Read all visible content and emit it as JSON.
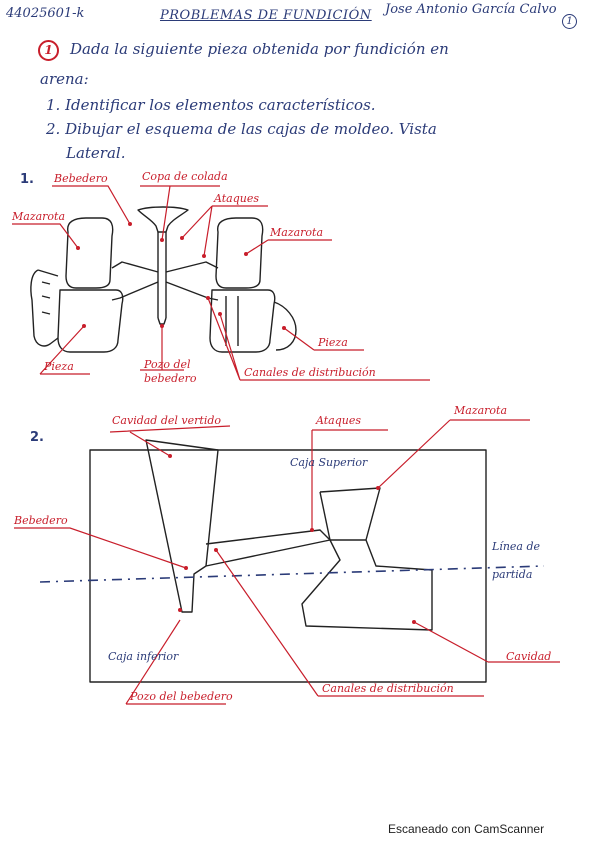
{
  "header": {
    "code": "44025601-k",
    "title": "Problemas de fundición",
    "author": "Jose Antonio García Calvo",
    "page_number": "1"
  },
  "problem": {
    "number": "1",
    "statement_line1": "Dada la siguiente pieza obtenida por fundición en",
    "statement_line2": "arena:",
    "item1": "1. Identificar los elementos característicos.",
    "item2_line1": "2. Dibujar el esquema de las cajas de moldeo. Vista",
    "item2_line2": "Lateral."
  },
  "figure1": {
    "marker": "1.",
    "labels": {
      "bebedero": "Bebedero",
      "copa": "Copa de colada",
      "ataques": "Ataques",
      "mazarota_left": "Mazarota",
      "mazarota_right": "Mazarota",
      "pieza_right": "Pieza",
      "pieza_left": "Pieza",
      "pozo_line1": "Pozo del",
      "pozo_line2": "bebedero",
      "canales": "Canales de distribución"
    }
  },
  "figure2": {
    "marker": "2.",
    "labels": {
      "cavidad_vertido": "Cavidad del vertido",
      "ataques": "Ataques",
      "mazarota": "Mazarota",
      "caja_superior": "Caja Superior",
      "bebedero": "Bebedero",
      "linea_line1": "Línea de",
      "linea_line2": "partida",
      "cavidad": "Cavidad",
      "caja_inferior": "Caja inferior",
      "pozo": "Pozo del bebedero",
      "canales": "Canales de distribución"
    }
  },
  "footer": "Escaneado con CamScanner"
}
